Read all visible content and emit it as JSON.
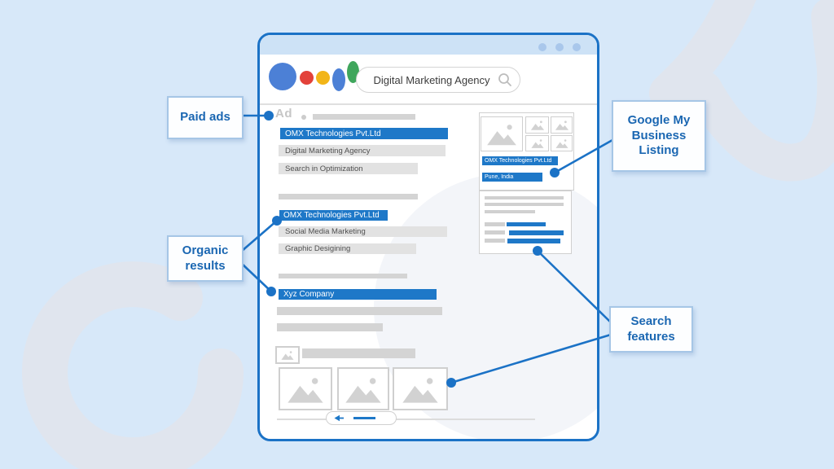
{
  "window": {
    "search_query": "Digital Marketing Agency",
    "ad_tag": "Ad",
    "ad_result": {
      "title": "OMX Technologies Pvt.Ltd",
      "line1": "Digital Marketing Agency",
      "line2": "Search in Optimization"
    },
    "organic_result_1": {
      "title": "OMX Technologies Pvt.Ltd",
      "line1": "Social Media Marketing",
      "line2": "Graphic Desigining"
    },
    "organic_result_2": {
      "title": "Xyz Company"
    },
    "business_panel": {
      "name": "OMX Technologies Pvt.Ltd",
      "location": "Pune, India"
    }
  },
  "annotations": {
    "paid_ads": "Paid ads",
    "organic_results": "Organic results",
    "google_my_business": "Google My Business Listing",
    "search_features": "Search features"
  },
  "colors": {
    "accent": "#1b72c6",
    "background": "#d7e8f9",
    "bar_blue": "#1e78c8",
    "logo_blue": "#4c80d6",
    "logo_red": "#e3423a",
    "logo_yellow": "#f2b518",
    "logo_green": "#3fa65c"
  }
}
